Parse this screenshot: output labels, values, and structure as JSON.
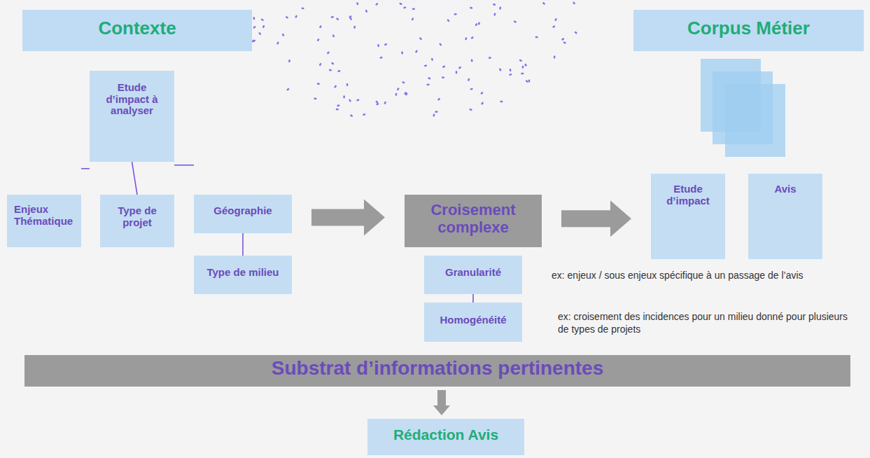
{
  "diagram": {
    "nodes": [
      {
        "text": [
          "Contexte"
        ]
      },
      {
        "text": [
          "Corpus Métier"
        ]
      },
      {
        "text": [
          "Etude d’impact à analyser"
        ]
      },
      {
        "text": [
          "Enjeux Thématique"
        ]
      },
      {
        "text": [
          "Type de projet"
        ]
      },
      {
        "text": [
          "Géographie"
        ]
      },
      {
        "text": [
          "Croisement complexe"
        ]
      },
      {
        "text": [
          "Etude d’impact"
        ]
      },
      {
        "text": [
          "Avis"
        ]
      },
      {
        "text": [
          "Type de milieu"
        ]
      },
      {
        "text": [
          "Granularité"
        ]
      },
      {
        "text": [
          "Homogénéité"
        ]
      },
      {
        "text": [
          "Substrat d’informations pertinentes"
        ]
      },
      {
        "text": [
          "Rédaction Avis"
        ]
      }
    ],
    "edges": [
      {
        "from": 2,
        "to": 3,
        "arrow": "none"
      },
      {
        "from": 2,
        "to": 4,
        "arrow": "none"
      },
      {
        "from": 2,
        "to": 5,
        "arrow": "none"
      },
      {
        "from": 5,
        "to": 9,
        "arrow": "none"
      },
      {
        "from": 5,
        "to": 6,
        "arrow": "to"
      },
      {
        "from": 6,
        "to": 7,
        "arrow": "to"
      },
      {
        "from": 10,
        "to": 11,
        "arrow": "none"
      },
      {
        "from": 12,
        "to": 13,
        "arrow": "to"
      }
    ],
    "labels": [
      "ex: enjeux / sous enjeux spécifique à un passage de l’avis",
      "ex: croisement des incidences pour un milieu donné pour plusieurs de types de projets"
    ]
  }
}
